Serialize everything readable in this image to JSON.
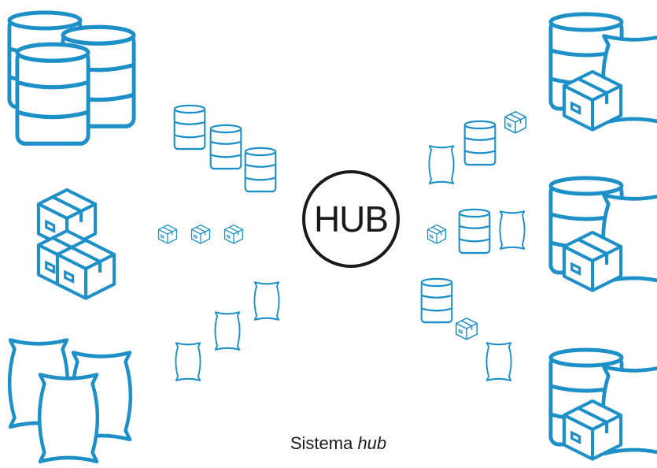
{
  "hub": {
    "label": "HUB"
  },
  "caption": {
    "main": "Sistema",
    "emphasis": "hub"
  },
  "colors": {
    "stroke": "#1e90c8",
    "hub_ring": "#1a1a1a",
    "background": "#ffffff"
  },
  "icons": {
    "left_groups": [
      "barrel-group-icon",
      "box-group-icon",
      "sack-group-icon"
    ],
    "right_groups": [
      "mixed-cargo-icon",
      "mixed-cargo-icon",
      "mixed-cargo-icon"
    ],
    "spokes": [
      "barrel-icon",
      "box-icon",
      "sack-icon"
    ]
  }
}
